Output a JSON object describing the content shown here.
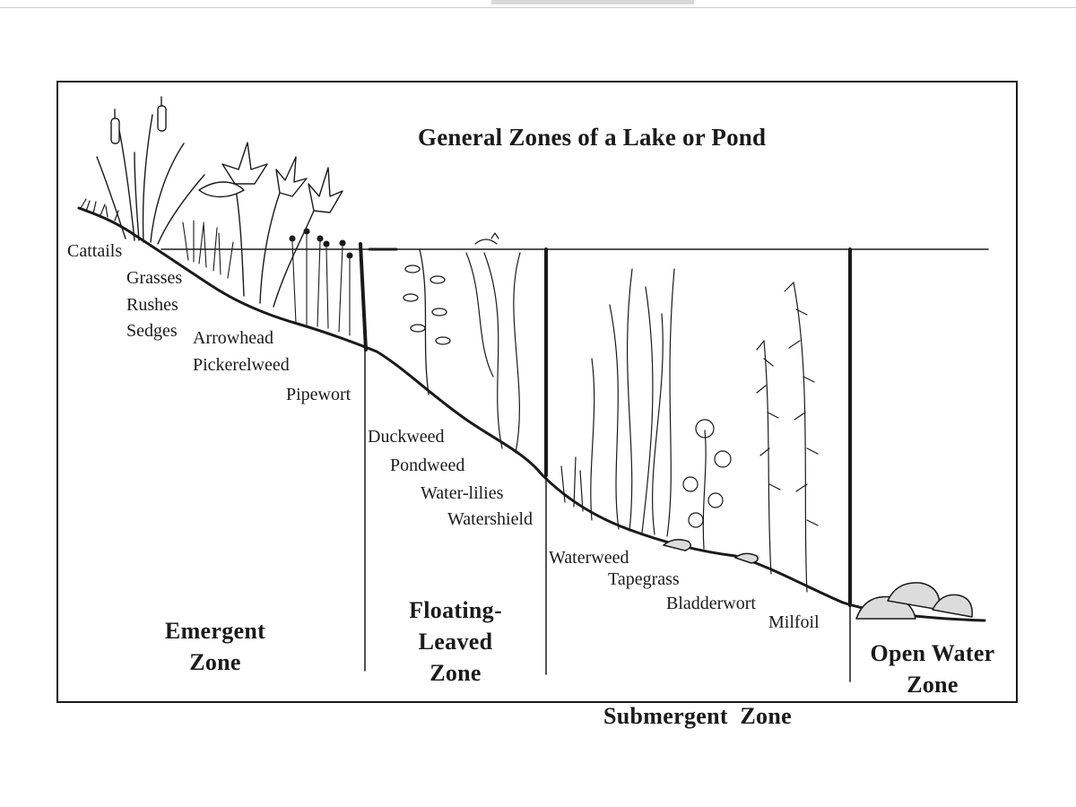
{
  "diagram": {
    "title": "General Zones of a Lake or Pond",
    "plants": [
      "Cattails",
      "Grasses",
      "Rushes",
      "Sedges",
      "Arrowhead",
      "Pickerelweed",
      "Pipewort",
      "Duckweed",
      "Pondweed",
      "Water-lilies",
      "Watershield",
      "Waterweed",
      "Tapegrass",
      "Bladderwort",
      "Milfoil"
    ],
    "zones": [
      {
        "line1": "Emergent",
        "line2": "Zone",
        "line3": ""
      },
      {
        "line1": "Floating-",
        "line2": "Leaved",
        "line3": "Zone"
      },
      {
        "line1": "Submergent  Zone",
        "line2": "",
        "line3": ""
      },
      {
        "line1": "Open Water",
        "line2": "Zone",
        "line3": ""
      }
    ]
  },
  "colors": {
    "ink": "#1a1a1a",
    "rock": "#dcdcdc"
  }
}
